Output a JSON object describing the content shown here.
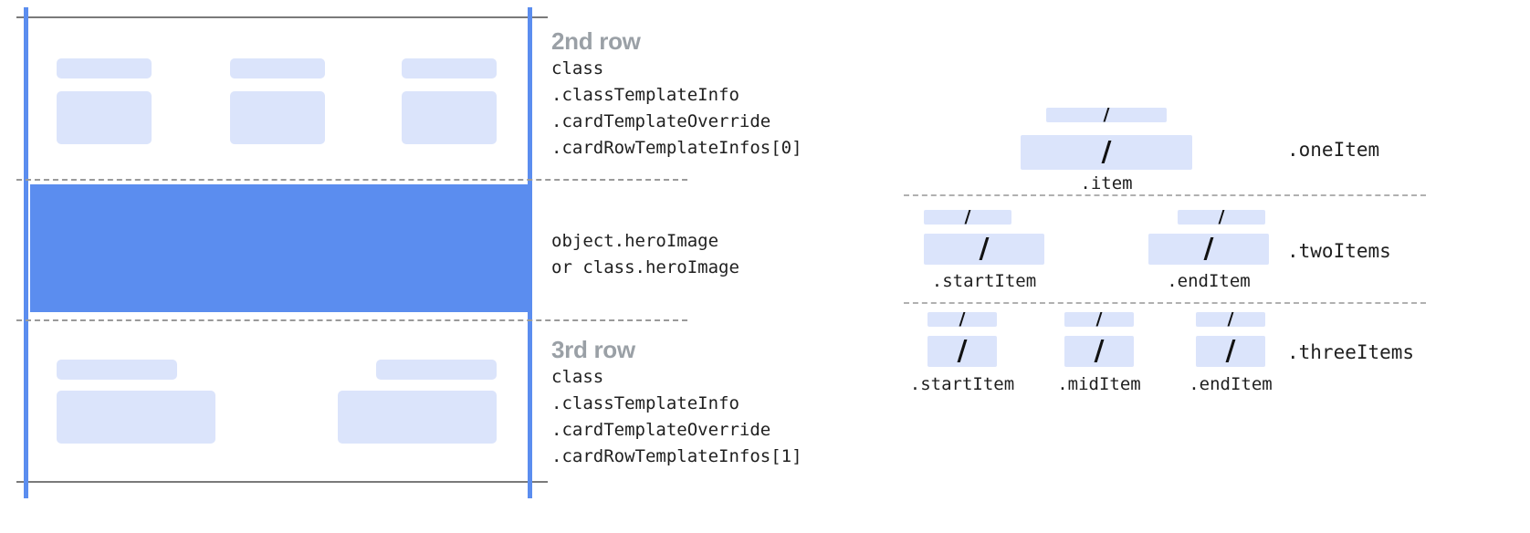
{
  "left_diagram": {
    "rows": [
      {
        "id": "row2",
        "title": "2nd row",
        "code": "class\n.classTemplateInfo\n.cardTemplateOverride\n.cardRowTemplateInfos[0]"
      },
      {
        "id": "hero",
        "title": "",
        "code": "object.heroImage\nor class.heroImage"
      },
      {
        "id": "row3",
        "title": "3rd row",
        "code": "class\n.classTemplateInfo\n.cardTemplateOverride\n.cardRowTemplateInfos[1]"
      }
    ]
  },
  "right_diagram": {
    "groups": [
      {
        "name": ".oneItem",
        "items": [
          {
            "label": ".item",
            "glyph": "/"
          }
        ]
      },
      {
        "name": ".twoItems",
        "items": [
          {
            "label": ".startItem",
            "glyph": "/"
          },
          {
            "label": ".endItem",
            "glyph": "/"
          }
        ]
      },
      {
        "name": ".threeItems",
        "items": [
          {
            "label": ".startItem",
            "glyph": "/"
          },
          {
            "label": ".midItem",
            "glyph": "/"
          },
          {
            "label": ".endItem",
            "glyph": "/"
          }
        ]
      }
    ]
  },
  "colors": {
    "accent_blue": "#5b8def",
    "placeholder_blue": "#dbe4fb",
    "title_gray": "#9aa0a6",
    "rule_gray": "#7a7a7a",
    "dash_gray": "#9a9a9a",
    "text_black": "#1f1f1f"
  }
}
